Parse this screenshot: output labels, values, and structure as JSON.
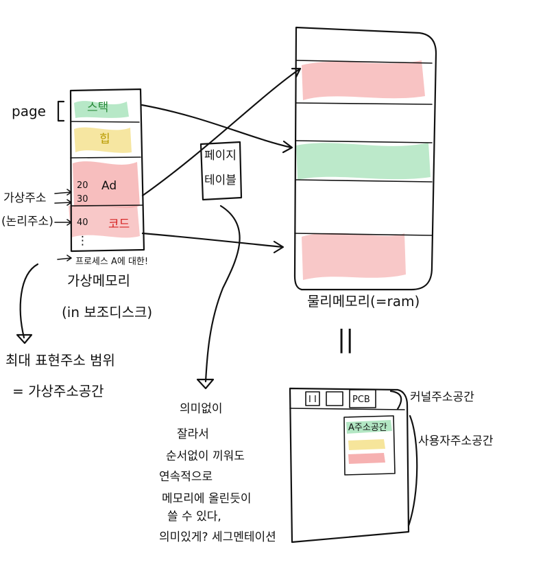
{
  "colors": {
    "highlight_red": "#f4a3a3",
    "highlight_green": "#9fe0b4",
    "highlight_yellow": "#f4e08a",
    "ink": "#111111",
    "red_text": "#d62020",
    "green_text": "#2a8a3a"
  },
  "virtual_memory": {
    "page_label": "page",
    "stack_label": "스택",
    "heap_label": "힙",
    "data_label": "Ad",
    "code_label": "코드",
    "addr_20": "20",
    "addr_30": "30",
    "addr_40": "40",
    "ellipsis": "⋮",
    "virtual_addr_label": "가상주소",
    "logical_addr_label": "(논리주소)",
    "process_note": "프로세스 A에 대한!",
    "title": "가상메모리",
    "subtitle": "(in 보조디스크)"
  },
  "page_table": {
    "label_line1": "페이지",
    "label_line2": "테이블"
  },
  "physical_memory": {
    "title": "물리메모리(=ram)",
    "equals": "||"
  },
  "ram_detail": {
    "kernel_box": "I I",
    "pcb_label": "PCB",
    "a_space_label": "A주소공간",
    "kernel_space": "커널주소공간",
    "user_space": "사용자주소공간"
  },
  "notes": {
    "max_range_line1": "최대 표현주소 범위",
    "max_range_line2": "= 가상주소공간",
    "seg_line1": "의미없이",
    "seg_line2": "잘라서",
    "seg_line3": "순서없이 끼워도",
    "seg_line4": "연속적으로",
    "seg_line5": "메모리에 올린듯이",
    "seg_line6": "쓸 수 있다,",
    "seg_line7": "의미있게? 세그멘테이션"
  }
}
